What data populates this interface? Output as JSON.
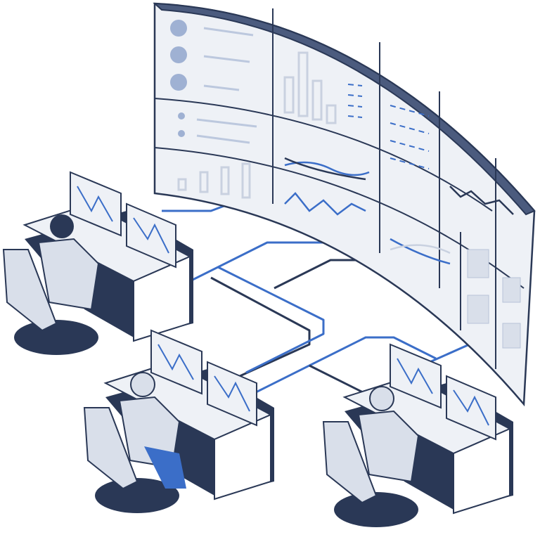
{
  "illustration": {
    "subject": "control-room",
    "colors": {
      "navy": "#2a3856",
      "frame": "#4b5b7e",
      "accent_blue": "#3b6ec8",
      "panel_light": "#eef1f6",
      "panel_mid": "#d9dfea",
      "outline": "#2a3856",
      "background": "#ffffff"
    },
    "icons": [
      "video-wall",
      "workstation-desk",
      "monitor",
      "operator",
      "office-chair",
      "network-cable"
    ]
  }
}
